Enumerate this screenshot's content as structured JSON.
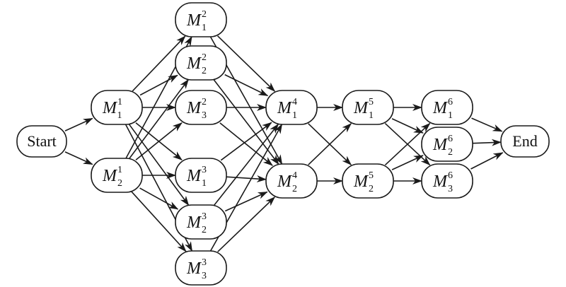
{
  "diagram": {
    "nodes": [
      {
        "id": "start",
        "text": "Start"
      },
      {
        "id": "m1_1",
        "base": "M",
        "sup": "1",
        "sub": "1"
      },
      {
        "id": "m1_2",
        "base": "M",
        "sup": "1",
        "sub": "2"
      },
      {
        "id": "m2_1",
        "base": "M",
        "sup": "2",
        "sub": "1"
      },
      {
        "id": "m2_2",
        "base": "M",
        "sup": "2",
        "sub": "2"
      },
      {
        "id": "m2_3",
        "base": "M",
        "sup": "2",
        "sub": "3"
      },
      {
        "id": "m3_1",
        "base": "M",
        "sup": "3",
        "sub": "1"
      },
      {
        "id": "m3_2",
        "base": "M",
        "sup": "3",
        "sub": "2"
      },
      {
        "id": "m3_3",
        "base": "M",
        "sup": "3",
        "sub": "3"
      },
      {
        "id": "m4_1",
        "base": "M",
        "sup": "4",
        "sub": "1"
      },
      {
        "id": "m4_2",
        "base": "M",
        "sup": "4",
        "sub": "2"
      },
      {
        "id": "m5_1",
        "base": "M",
        "sup": "5",
        "sub": "1"
      },
      {
        "id": "m5_2",
        "base": "M",
        "sup": "5",
        "sub": "2"
      },
      {
        "id": "m6_1",
        "base": "M",
        "sup": "6",
        "sub": "1"
      },
      {
        "id": "m6_2",
        "base": "M",
        "sup": "6",
        "sub": "2"
      },
      {
        "id": "m6_3",
        "base": "M",
        "sup": "6",
        "sub": "3"
      },
      {
        "id": "end",
        "text": "End"
      }
    ],
    "edges": [
      [
        "start",
        "m1_1"
      ],
      [
        "start",
        "m1_2"
      ],
      [
        "m1_1",
        "m2_1"
      ],
      [
        "m1_1",
        "m2_2"
      ],
      [
        "m1_1",
        "m2_3"
      ],
      [
        "m1_1",
        "m3_1"
      ],
      [
        "m1_1",
        "m3_2"
      ],
      [
        "m1_1",
        "m3_3"
      ],
      [
        "m1_2",
        "m2_1"
      ],
      [
        "m1_2",
        "m2_2"
      ],
      [
        "m1_2",
        "m2_3"
      ],
      [
        "m1_2",
        "m3_1"
      ],
      [
        "m1_2",
        "m3_2"
      ],
      [
        "m1_2",
        "m3_3"
      ],
      [
        "m2_1",
        "m4_1"
      ],
      [
        "m2_1",
        "m4_2"
      ],
      [
        "m2_2",
        "m4_1"
      ],
      [
        "m2_2",
        "m4_2"
      ],
      [
        "m2_3",
        "m4_1"
      ],
      [
        "m2_3",
        "m4_2"
      ],
      [
        "m3_1",
        "m4_1"
      ],
      [
        "m3_1",
        "m4_2"
      ],
      [
        "m3_2",
        "m4_1"
      ],
      [
        "m3_2",
        "m4_2"
      ],
      [
        "m3_3",
        "m4_1"
      ],
      [
        "m3_3",
        "m4_2"
      ],
      [
        "m4_1",
        "m5_1"
      ],
      [
        "m4_1",
        "m5_2"
      ],
      [
        "m4_2",
        "m5_1"
      ],
      [
        "m4_2",
        "m5_2"
      ],
      [
        "m5_1",
        "m6_1"
      ],
      [
        "m5_1",
        "m6_2"
      ],
      [
        "m5_1",
        "m6_3"
      ],
      [
        "m5_2",
        "m6_1"
      ],
      [
        "m5_2",
        "m6_2"
      ],
      [
        "m5_2",
        "m6_3"
      ],
      [
        "m6_1",
        "end"
      ],
      [
        "m6_2",
        "end"
      ],
      [
        "m6_3",
        "end"
      ]
    ]
  }
}
